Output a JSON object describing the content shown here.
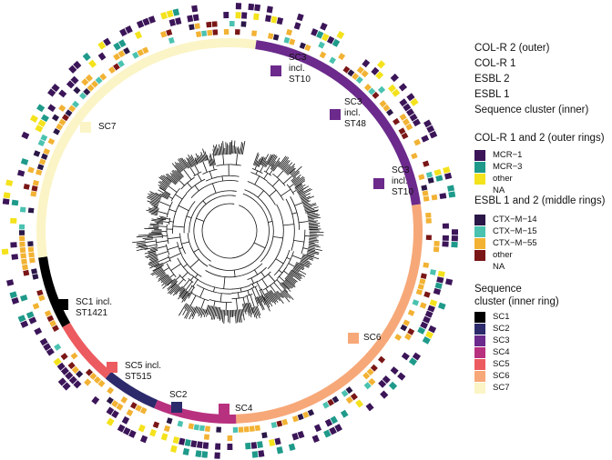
{
  "ring_labels": [
    "COL-R 2 (outer)",
    "COL-R 1",
    "ESBL 2",
    "ESBL 1",
    "Sequence cluster (inner)"
  ],
  "legend": {
    "colr": {
      "title": "COL-R 1 and 2 (outer rings)",
      "items": [
        {
          "label": "MCR−1",
          "color": "#3b1558"
        },
        {
          "label": "MCR−3",
          "color": "#1f9a8a"
        },
        {
          "label": "other",
          "color": "#f4e21c"
        },
        {
          "label": "NA",
          "color": "#ffffff"
        }
      ]
    },
    "esbl": {
      "title": "ESBL 1 and 2 (middle rings)",
      "items": [
        {
          "label": "CTX−M−14",
          "color": "#2a1747"
        },
        {
          "label": "CTX−M−15",
          "color": "#4bc2b0"
        },
        {
          "label": "CTX−M−55",
          "color": "#f2b233"
        },
        {
          "label": "other",
          "color": "#7a1616"
        },
        {
          "label": "NA",
          "color": "#ffffff"
        }
      ]
    },
    "sc": {
      "title_line1": "Sequence",
      "title_line2": "cluster (inner ring)",
      "items": [
        {
          "label": "SC1",
          "color": "#000000"
        },
        {
          "label": "SC2",
          "color": "#2c2a6b"
        },
        {
          "label": "SC3",
          "color": "#6b2a8c"
        },
        {
          "label": "SC4",
          "color": "#b8317f"
        },
        {
          "label": "SC5",
          "color": "#ec5b5f"
        },
        {
          "label": "SC6",
          "color": "#f7a878"
        },
        {
          "label": "SC7",
          "color": "#fbf4c6"
        }
      ]
    }
  },
  "annotations": [
    {
      "line1": "SC3",
      "line2": "incl.",
      "line3": "ST10",
      "color": "#6b2a8c"
    },
    {
      "line1": "SC3",
      "line2": "incl.",
      "line3": "ST48",
      "color": "#6b2a8c"
    },
    {
      "line1": "SC7",
      "line2": "",
      "line3": "",
      "color": "#fbf4c6"
    },
    {
      "line1": "SC3",
      "line2": "incl.",
      "line3": "ST10",
      "color": "#6b2a8c"
    },
    {
      "line1": "SC1 incl.",
      "line2": "ST1421",
      "line3": "",
      "color": "#000000"
    },
    {
      "line1": "SC6",
      "line2": "",
      "line3": "",
      "color": "#f7a878"
    },
    {
      "line1": "SC5 incl.",
      "line2": "ST515",
      "line3": "",
      "color": "#ec5b5f"
    },
    {
      "line1": "SC2",
      "line2": "",
      "line3": "",
      "color": "#2c2a6b"
    },
    {
      "line1": "SC4",
      "line2": "",
      "line3": "",
      "color": "#b8317f"
    }
  ],
  "sequence_cluster_ring": [
    {
      "cluster": "SC3",
      "from_deg": 8,
      "to_deg": 82,
      "color": "#6b2a8c"
    },
    {
      "cluster": "SC6",
      "from_deg": 82,
      "to_deg": 178,
      "color": "#f7a878"
    },
    {
      "cluster": "SC4",
      "from_deg": 178,
      "to_deg": 203,
      "color": "#b8317f"
    },
    {
      "cluster": "SC2",
      "from_deg": 203,
      "to_deg": 220,
      "color": "#2c2a6b"
    },
    {
      "cluster": "SC5",
      "from_deg": 220,
      "to_deg": 240,
      "color": "#ec5b5f"
    },
    {
      "cluster": "SC1",
      "from_deg": 240,
      "to_deg": 262,
      "color": "#000000"
    },
    {
      "cluster": "SC7",
      "from_deg": 262,
      "to_deg": 368,
      "color": "#fbf4c6"
    }
  ]
}
